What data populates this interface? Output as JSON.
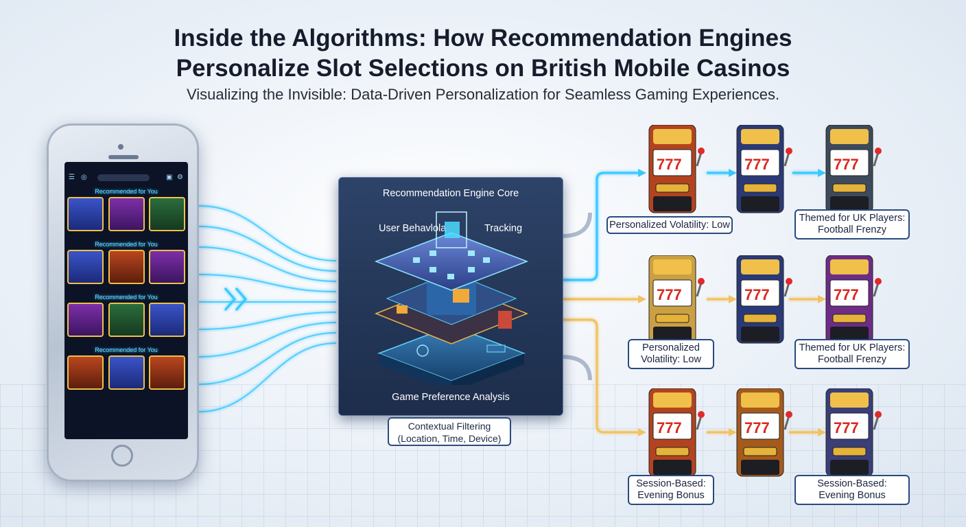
{
  "title_line1": "Inside the Algorithms: How Recommendation Engines",
  "title_line2": "Personalize Slot Selections on British Mobile Casinos",
  "subtitle": "Visualizing the Invisible: Data-Driven Personalization for Seamless Gaming Experiences.",
  "phone": {
    "sections": [
      {
        "heading": "Recommended for You"
      },
      {
        "heading": "Recommended for You"
      },
      {
        "heading": "Recommended for You"
      },
      {
        "heading": "Recommended for You"
      }
    ]
  },
  "engine": {
    "core_label": "Recommendation Engine Core",
    "behavior_label": "User Behavlola",
    "tracking_label": "Tracking",
    "preference_label": "Game Preference Analysis",
    "context_line1": "Contextual Filtering",
    "context_line2": "(Location, Time, Device)"
  },
  "recommendations": [
    {
      "line1": "Personalized Volatility: Low",
      "line2": ""
    },
    {
      "line1": "Themed for UK Players:",
      "line2": "Football Frenzy"
    },
    {
      "line1": "Personalized",
      "line2": "Volatility: Low"
    },
    {
      "line1": "Themed for UK Players:",
      "line2": "Football Frenzy"
    },
    {
      "line1": "Session-Based:",
      "line2": "Evening Bonus"
    },
    {
      "line1": "Session-Based:",
      "line2": "Evening Bonus"
    }
  ],
  "colors": {
    "stream_blue": "#38c8ff",
    "stream_gold": "#f2c260",
    "engine_bg": "#243858",
    "label_border": "#274a80"
  }
}
